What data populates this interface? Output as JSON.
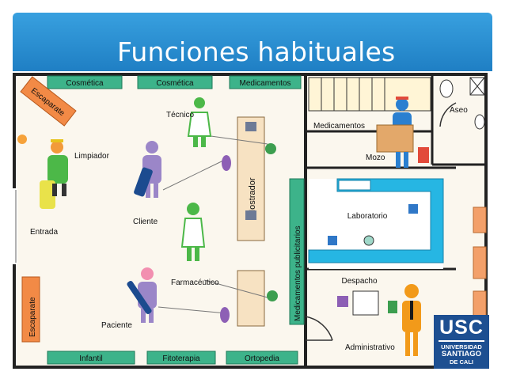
{
  "title": "Funciones habituales",
  "plan": {
    "shelves": {
      "cosmetica_1": "Cosmética",
      "cosmetica_2": "Cosmética",
      "medicamentos_top": "Medicamentos",
      "medicamentos_storage": "Medicamentos",
      "medicamentos_publicitarios": "Medicamentos publicitarios",
      "infantil": "Infantil",
      "fitoterapia": "Fitoterapia",
      "ortopedia": "Ortopedia",
      "mostrador": "Mostrador"
    },
    "windows": {
      "escaparate_top": "Escaparate",
      "escaparate_bottom": "Escaparate"
    },
    "rooms": {
      "entrada": "Entrada",
      "aseo": "Aseo",
      "laboratorio": "Laboratorio",
      "despacho": "Despacho"
    },
    "people": {
      "tecnico": "Técnico",
      "limpiador": "Limpiador",
      "cliente": "Cliente",
      "farmaceutico": "Farmacéutico",
      "paciente": "Paciente",
      "mozo": "Mozo",
      "administrativo": "Administrativo"
    }
  },
  "logo": {
    "name": "USC",
    "line1": "UNIVERSIDAD",
    "line2": "SANTIAGO",
    "line3": "DE CALI"
  }
}
